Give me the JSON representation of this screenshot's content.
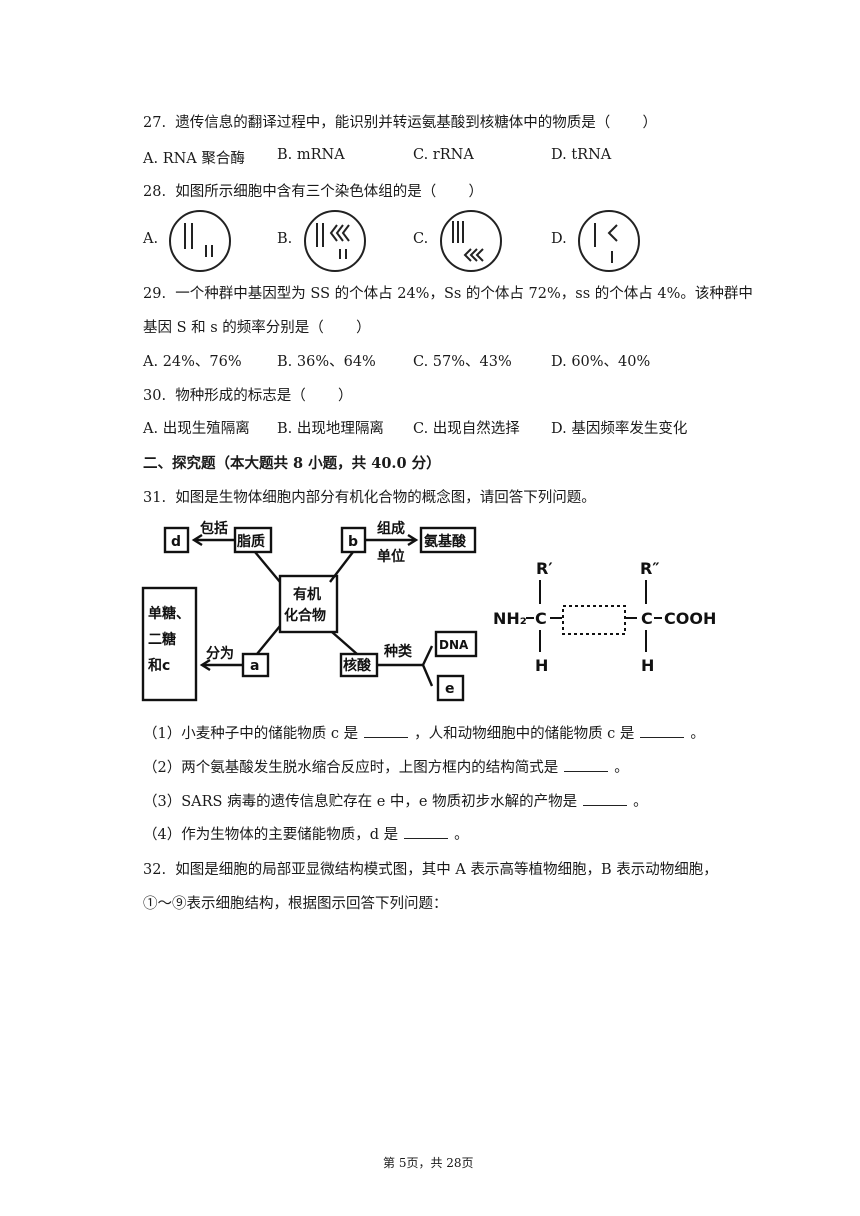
{
  "q27": {
    "stem": "27.  遗传信息的翻译过程中，能识别并转运氨基酸到核糖体中的物质是（       ）",
    "options": [
      "A. RNA 聚合酶",
      "B. mRNA",
      "C. rRNA",
      "D. tRNA"
    ]
  },
  "q28": {
    "stem": "28.  如图所示细胞中含有三个染色体组的是（       ）",
    "options": [
      "A.",
      "B.",
      "C.",
      "D."
    ]
  },
  "q29": {
    "stem1": "29.  一个种群中基因型为 SS 的个体占 24%，Ss 的个体占 72%，ss 的个体占 4%。该种群中",
    "stem2": "基因 S 和 s 的频率分别是（       ）",
    "options": [
      "A. 24%、76%",
      "B. 36%、64%",
      "C. 57%、43%",
      "D. 60%、40%"
    ]
  },
  "q30": {
    "stem": "30.  物种形成的标志是（       ）",
    "options": [
      "A. 出现生殖隔离",
      "B. 出现地理隔离",
      "C. 出现自然选择",
      "D. 基因频率发生变化"
    ]
  },
  "section2": {
    "title": "二、探究题（本大题共 8 小题，共 40.0 分）"
  },
  "q31": {
    "stem": "31.  如图是生物体细胞内部分有机化合物的概念图，请回答下列问题。",
    "diagram": {
      "d": "d",
      "baokuo": "包括",
      "zhizhi": "脂质",
      "b": "b",
      "zucheng": "组成",
      "danwei": "单位",
      "anjisuan": "氨基酸",
      "center1": "有机",
      "center2": "化合物",
      "tang1": "单糖、",
      "tang2": "二糖",
      "tang3": "和c",
      "fenwei": "分为",
      "a": "a",
      "hesuan": "核酸",
      "zhonglei": "种类",
      "dna": "DNA",
      "e": "e"
    },
    "formula": {
      "r1": "R′",
      "r2": "R″",
      "nh2": "NH₂",
      "c": "C",
      "cooh": "COOH",
      "h": "H"
    },
    "sub": [
      {
        "pre": "（1）小麦种子中的储能物质 c 是",
        "mid": "，人和动物细胞中的储能物质 c 是",
        "post": "。"
      },
      {
        "pre": "（2）两个氨基酸发生脱水缩合反应时，上图方框内的结构简式是",
        "post": "。"
      },
      {
        "pre": "（3）SARS 病毒的遗传信息贮存在 e 中，e 物质初步水解的产物是",
        "post": "。"
      },
      {
        "pre": "（4）作为生物体的主要储能物质，d 是",
        "post": "。"
      }
    ]
  },
  "q32": {
    "stem1": "32.  如图是细胞的局部亚显微结构模式图，其中 A 表示高等植物细胞，B 表示动物细胞，",
    "stem2": "①～⑨表示细胞结构，根据图示回答下列问题："
  },
  "footer": "第 5页，共 28页"
}
